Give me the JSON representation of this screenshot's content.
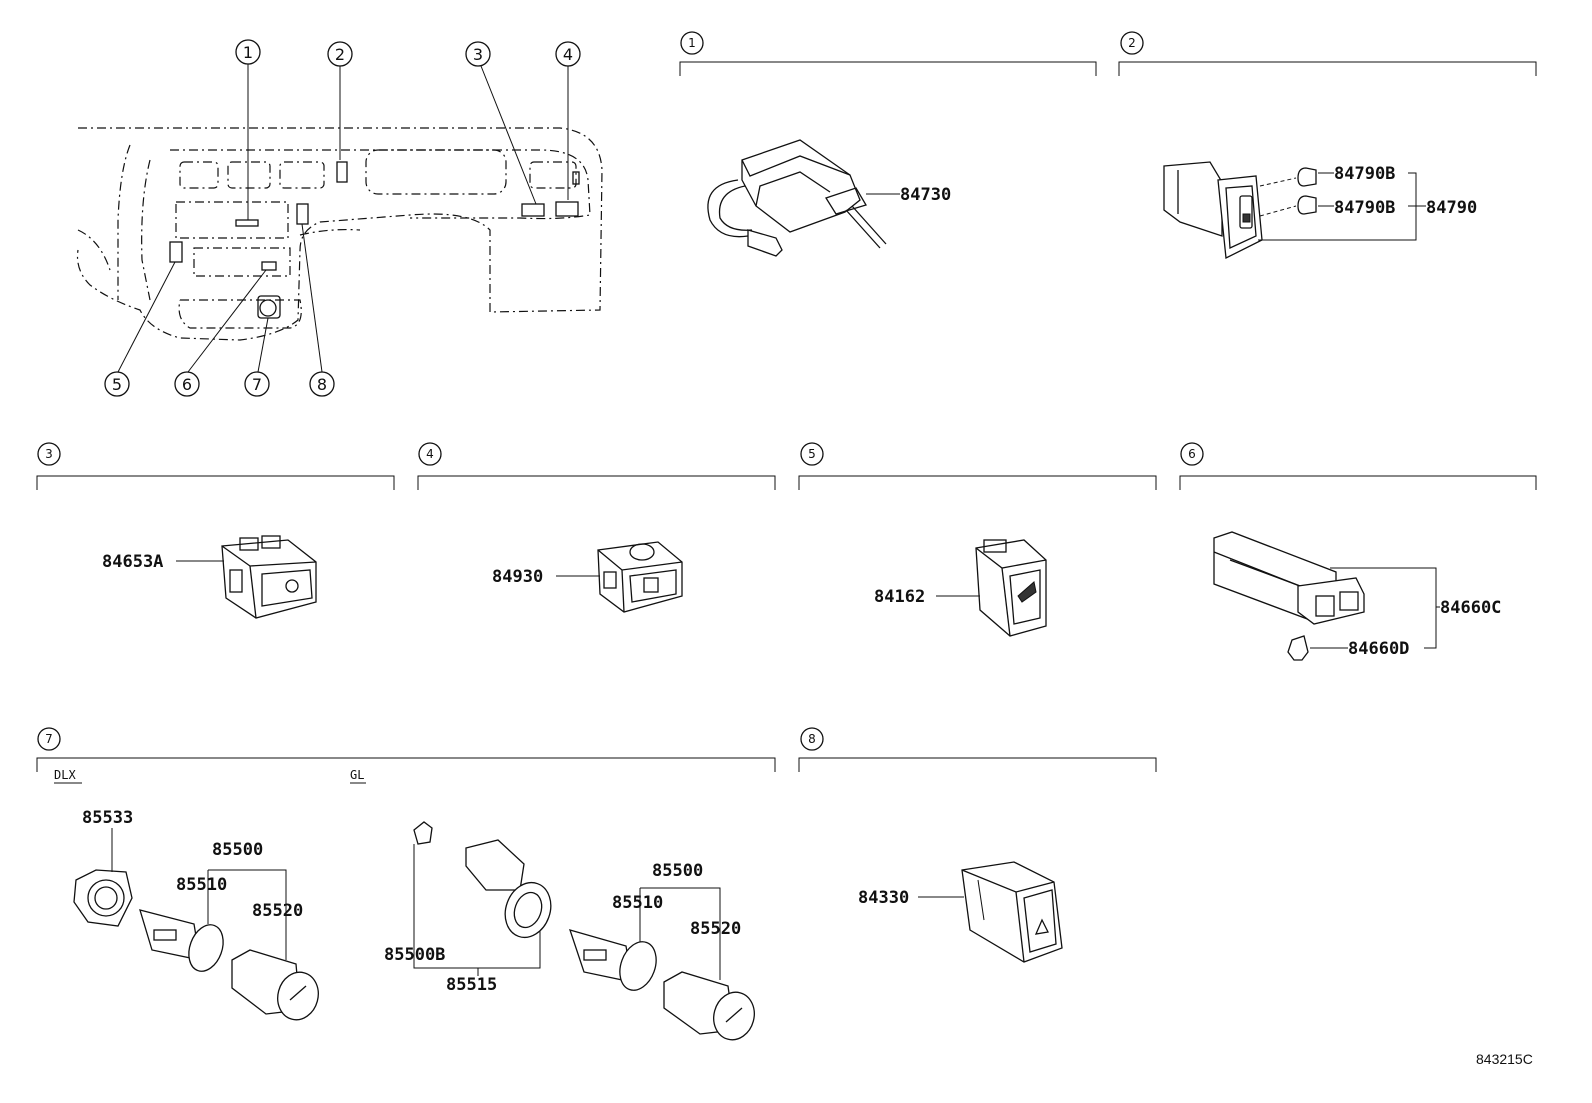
{
  "overview_markers": [
    "1",
    "2",
    "3",
    "4",
    "5",
    "6",
    "7",
    "8"
  ],
  "sections": [
    {
      "id": "1",
      "parts": [
        "84730"
      ]
    },
    {
      "id": "2",
      "parts": [
        "84790B",
        "84790B",
        "84790"
      ]
    },
    {
      "id": "3",
      "parts": [
        "84653A"
      ]
    },
    {
      "id": "4",
      "parts": [
        "84930"
      ]
    },
    {
      "id": "5",
      "parts": [
        "84162"
      ]
    },
    {
      "id": "6",
      "parts": [
        "84660C",
        "84660D"
      ]
    },
    {
      "id": "7",
      "variants": [
        "DLX",
        "GL"
      ],
      "parts": [
        "85533",
        "85500",
        "85510",
        "85520",
        "85500B",
        "85515",
        "85500",
        "85510",
        "85520"
      ]
    },
    {
      "id": "8",
      "parts": [
        "84330"
      ]
    }
  ],
  "diagram_code": "843215C"
}
